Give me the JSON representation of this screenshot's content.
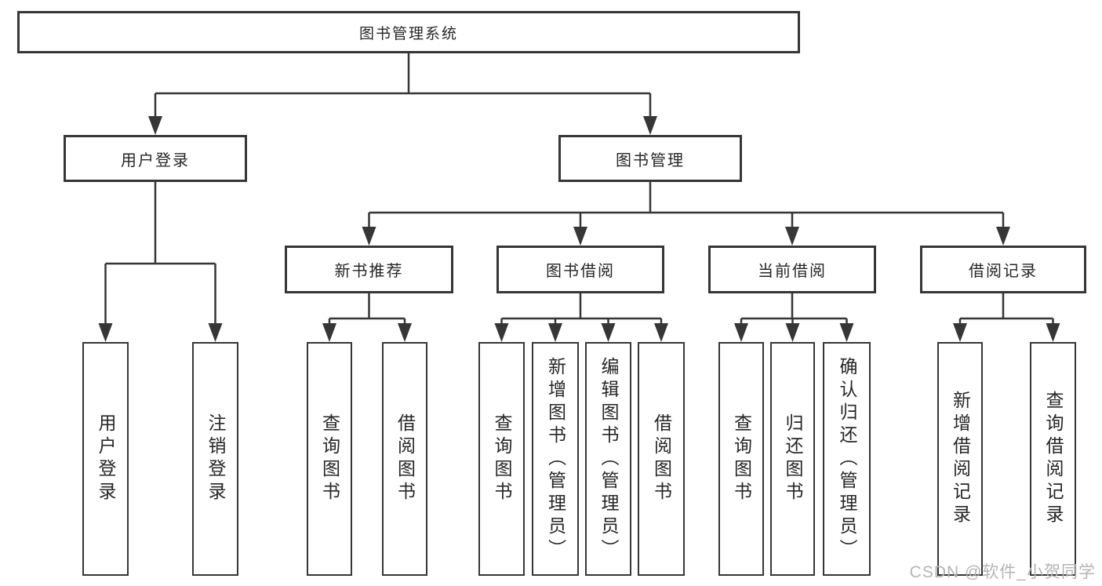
{
  "tree": {
    "root": {
      "label": "图书管理系统",
      "children": [
        {
          "label": "用户登录",
          "children": [
            {
              "label": "用户登录"
            },
            {
              "label": "注销登录"
            }
          ]
        },
        {
          "label": "图书管理",
          "children": [
            {
              "label": "新书推荐",
              "children": [
                {
                  "label": "查询图书"
                },
                {
                  "label": "借阅图书"
                }
              ]
            },
            {
              "label": "图书借阅",
              "children": [
                {
                  "label": "查询图书"
                },
                {
                  "label": "新增图书（管理员）"
                },
                {
                  "label": "编辑图书（管理员）"
                },
                {
                  "label": "借阅图书"
                }
              ]
            },
            {
              "label": "当前借阅",
              "children": [
                {
                  "label": "查询图书"
                },
                {
                  "label": "归还图书"
                },
                {
                  "label": "确认归还（管理员）"
                }
              ]
            },
            {
              "label": "借阅记录",
              "children": [
                {
                  "label": "新增借阅记录"
                },
                {
                  "label": "查询借阅记录"
                }
              ]
            }
          ]
        }
      ]
    }
  },
  "colors": {
    "line": "#363636",
    "text": "#262626",
    "background": "#ffffff",
    "watermark": "#b4b4b4"
  },
  "watermark": {
    "text": "CSDN @软件_小贺同学"
  }
}
